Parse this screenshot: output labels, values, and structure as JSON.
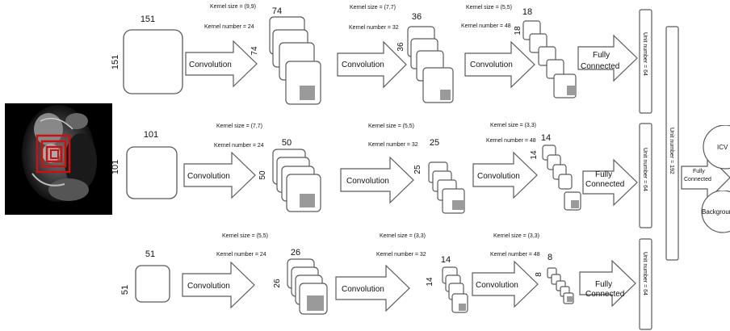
{
  "rows": [
    {
      "input_size": "151",
      "stage_label": "Convolution",
      "convs": [
        {
          "kernel_size": "Kernel size = (9,9)",
          "kernel_number": "Kernel number = 24",
          "out_size": "74"
        },
        {
          "kernel_size": "Kernel size = (7,7)",
          "kernel_number": "Kernel number = 32",
          "out_size": "36"
        },
        {
          "kernel_size": "Kernel size = (5,5)",
          "kernel_number": "Kernel number = 48",
          "out_size": "18"
        }
      ],
      "fc_label_1": "Fully",
      "fc_label_2": "Connected",
      "unit_label": "Unit number = 64"
    },
    {
      "input_size": "101",
      "stage_label": "Convolution",
      "convs": [
        {
          "kernel_size": "Kernel size = (7,7)",
          "kernel_number": "Kernel number = 24",
          "out_size": "50"
        },
        {
          "kernel_size": "Kernel size = (5,5)",
          "kernel_number": "Kernel number = 32",
          "out_size": "25"
        },
        {
          "kernel_size": "Kernel size = (3,3)",
          "kernel_number": "Kernel number = 48",
          "out_size": "14"
        }
      ],
      "fc_label_1": "Fully",
      "fc_label_2": "Connected",
      "unit_label": "Unit number = 64"
    },
    {
      "input_size": "51",
      "stage_label": "Convolution",
      "convs": [
        {
          "kernel_size": "Kernel size = (5,5)",
          "kernel_number": "Kernel number = 24",
          "out_size": "26"
        },
        {
          "kernel_size": "Kernel size = (3,3)",
          "kernel_number": "Kernel number = 32",
          "out_size": "14"
        },
        {
          "kernel_size": "Kernel size = (3,3)",
          "kernel_number": "Kernel number = 48",
          "out_size": "8"
        }
      ],
      "fc_label_1": "Fully",
      "fc_label_2": "Connected",
      "unit_label": "Unit number = 64"
    }
  ],
  "merge": {
    "unit_label": "Unit number = 192",
    "fc_label_1": "Fully",
    "fc_label_2": "Connected"
  },
  "outputs": [
    "ICV",
    "Background"
  ],
  "colors": {
    "stroke": "#5a5a5a",
    "kernel_fill": "#9a9a9a",
    "roi": "#cc1010",
    "mri_bg": "#000000"
  }
}
